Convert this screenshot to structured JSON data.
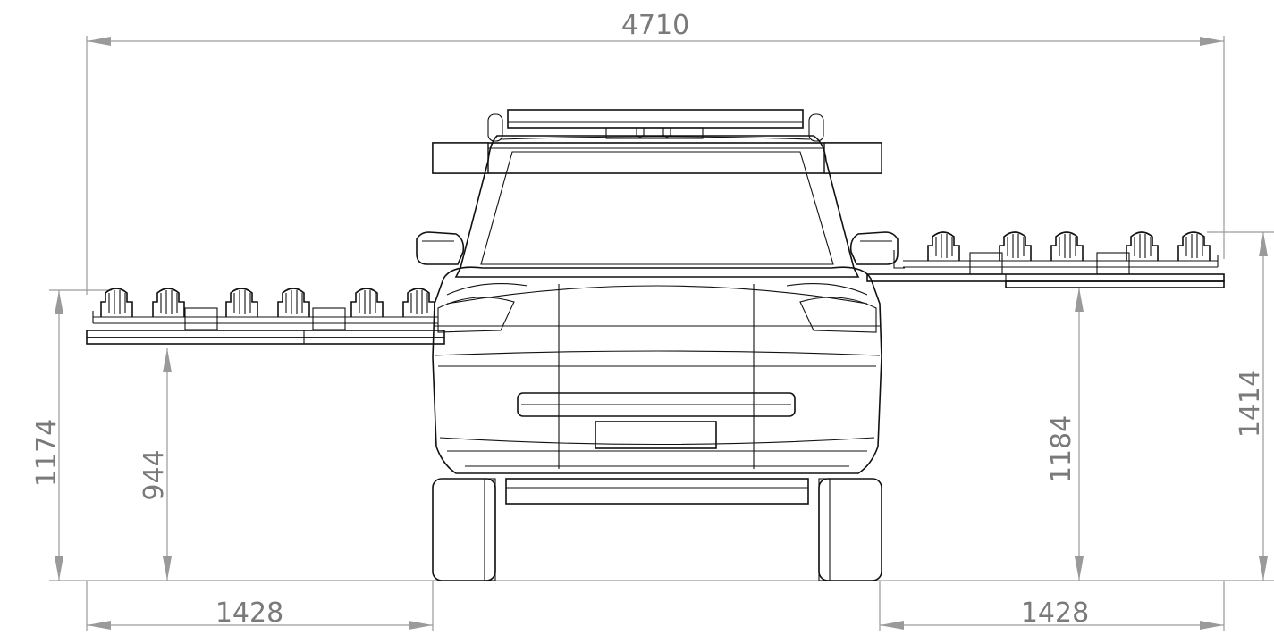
{
  "dimensions": {
    "overall_width": "4710",
    "left_rail_height": "1174",
    "left_rail_bottom_height": "944",
    "right_rail_bottom_height": "1184",
    "right_rail_height": "1414",
    "left_rail_length": "1428",
    "right_rail_length": "1428"
  },
  "colors": {
    "outline": "#111111",
    "dimension_line": "#9a9a9a",
    "dimension_text": "#7a7a7a",
    "background": "#ffffff"
  }
}
